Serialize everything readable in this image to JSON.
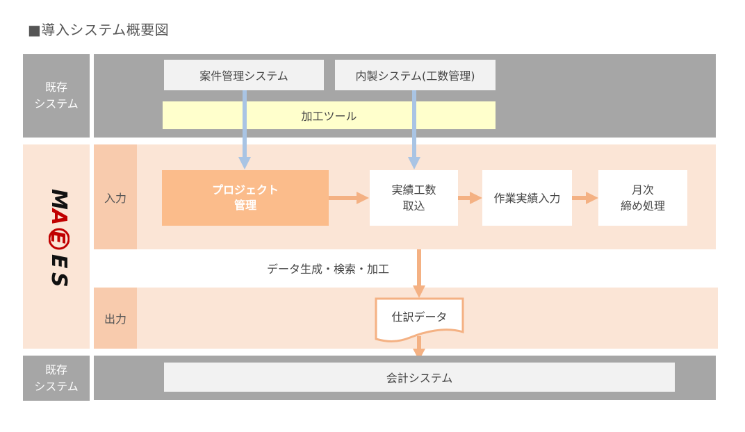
{
  "title": "■導入システム概要図",
  "existing_top": {
    "label_line1": "既存",
    "label_line2": "システム",
    "case_system": "案件管理システム",
    "inhouse_system": "内製システム(工数管理)",
    "processing_tool": "加工ツール"
  },
  "maees": {
    "logo_text": "MAEES",
    "input_label": "入力",
    "output_label": "出力",
    "project_line1": "プロジェクト",
    "project_line2": "管理",
    "actual_line1": "実績工数",
    "actual_line2": "取込",
    "work_actual": "作業実績入力",
    "monthly_line1": "月次",
    "monthly_line2": "締め処理",
    "data_generation": "データ生成・検索・加工",
    "journal_data": "仕訳データ"
  },
  "existing_bottom": {
    "label_line1": "既存",
    "label_line2": "システム",
    "accounting_system": "会計システム"
  },
  "colors": {
    "gray_band": "#a6a6a6",
    "light_box": "#f2f2f2",
    "yellow_box": "#ffffcc",
    "peach_band": "#fbe5d6",
    "peach_sub": "#f8cbad",
    "orange_box": "#fbbc8b",
    "orange_arrow": "#f4b183",
    "blue_arrow": "#a9c4e4",
    "logo_red": "#c00000"
  }
}
